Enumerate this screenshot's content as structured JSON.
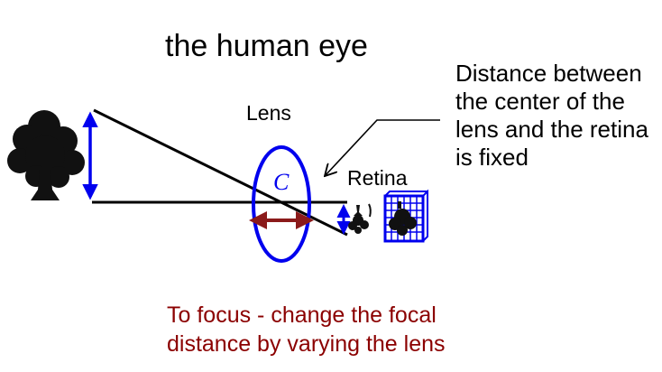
{
  "title": "the human eye",
  "note": "Distance between\nthe center of the\nlens and the retina\nis fixed",
  "lens_label": "Lens",
  "lens_center_label": "C",
  "retina_label": "Retina",
  "caption": "To focus - change the focal\ndistance by varying the lens",
  "colors": {
    "lens": "#0000ee",
    "focal_arrow": "#8b1a1a",
    "caption": "#8b0000",
    "rays": "#000000"
  },
  "icons": [
    "tree-icon",
    "inverted-tree-icon",
    "retina-grid-icon"
  ]
}
